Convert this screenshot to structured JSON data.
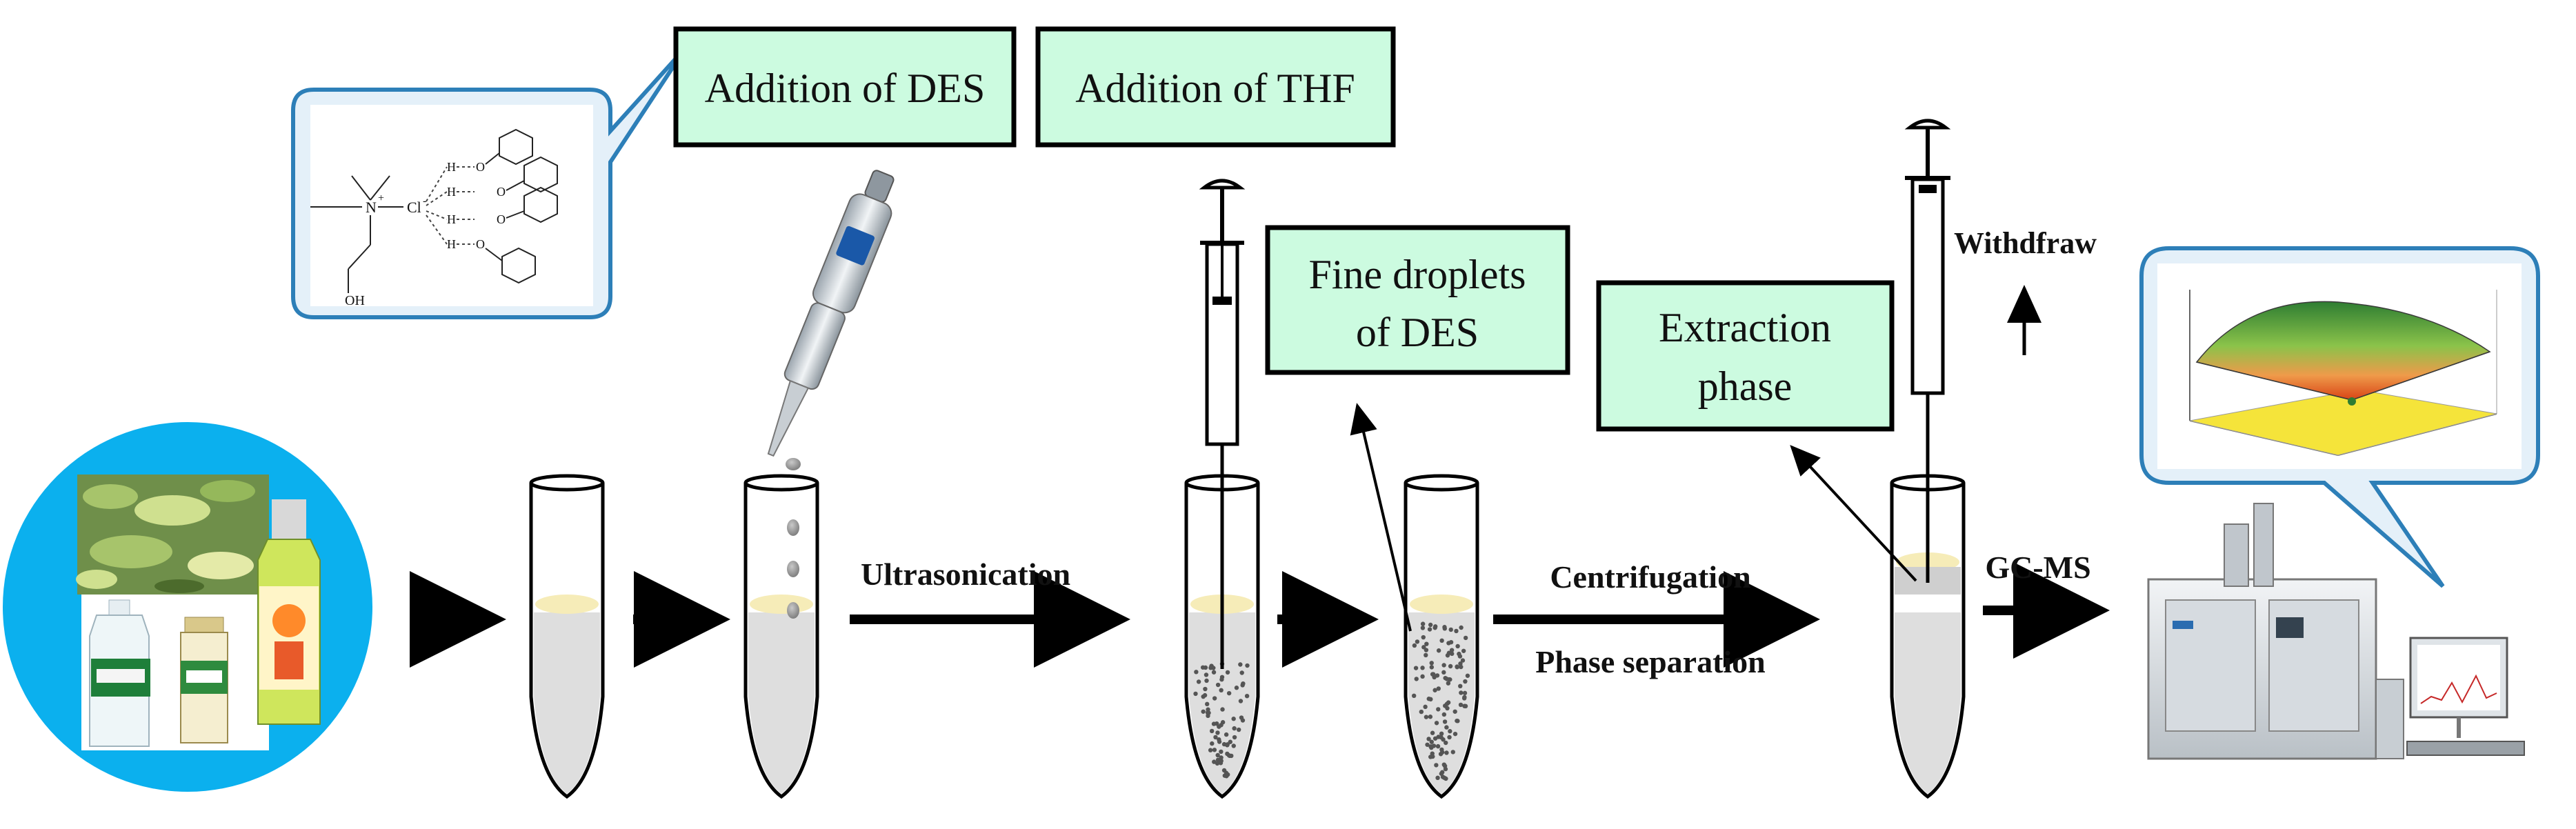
{
  "labels": {
    "addition_des": "Addition of DES",
    "addition_thf": "Addition of THF",
    "fine_droplets_line1": "Fine droplets",
    "fine_droplets_line2": "of DES",
    "extraction_line1": "Extraction",
    "extraction_line2": "phase",
    "ultrasonication": "Ultrasonication",
    "centrifugation": "Centrifugation",
    "phase_separation": "Phase separation",
    "gc_ms": "GC-MS",
    "withdraw": "Withdfraw"
  },
  "structure_labels": {
    "nitrogen": "N",
    "charge": "+",
    "chloride": "Cl",
    "charge_minus": "-",
    "hydroxyl": "OH",
    "hydrogen": "H",
    "oxygen": "O"
  },
  "colors": {
    "label_box_fill": "#ccfbe0",
    "bubble_fill": "#e4f0f9",
    "bubble_stroke": "#2d7fb8",
    "sample_circle": "#0bb0ee",
    "tube_liquid": "#dedede",
    "des_layer": "#f6ecb8",
    "surface_top": "#2e7d32",
    "surface_low": "#fbe34a"
  }
}
